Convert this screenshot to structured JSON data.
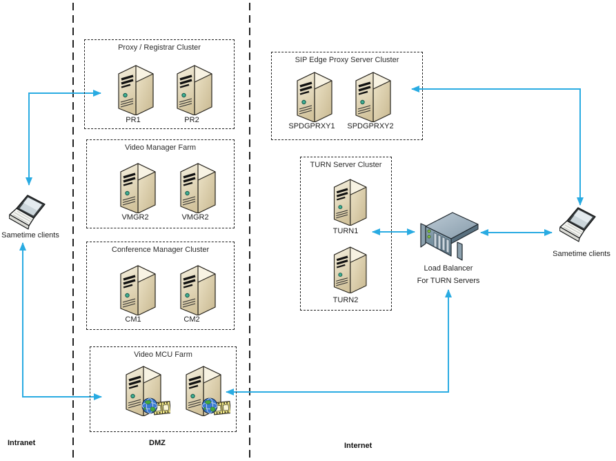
{
  "zones": {
    "intranet": "Intranet",
    "dmz": "DMZ",
    "internet": "Internet"
  },
  "clusters": [
    {
      "id": "proxy-registrar",
      "title": "Proxy / Registrar Cluster",
      "servers": [
        "PR1",
        "PR2"
      ]
    },
    {
      "id": "video-manager-farm",
      "title": "Video Manager Farm",
      "servers": [
        "VMGR2",
        "VMGR2"
      ]
    },
    {
      "id": "conference-manager",
      "title": "Conference Manager Cluster",
      "servers": [
        "CM1",
        "CM2"
      ]
    },
    {
      "id": "video-mcu-farm",
      "title": "Video MCU Farm",
      "servers": [
        "",
        ""
      ]
    },
    {
      "id": "sip-edge-proxy",
      "title": "SIP Edge Proxy Server Cluster",
      "servers": [
        "SPDGPRXY1",
        "SPDGPRXY2"
      ]
    },
    {
      "id": "turn-cluster",
      "title": "TURN Server Cluster",
      "servers": [
        "TURN1",
        "TURN2"
      ]
    }
  ],
  "nodes": {
    "client_left": {
      "label": "Sametime clients"
    },
    "client_right": {
      "label": "Sametime clients"
    },
    "load_balancer": {
      "line1": "Load Balancer",
      "line2": "For TURN Servers"
    }
  },
  "connections": [
    {
      "from": "Sametime clients (intranet)",
      "to": "Proxy / Registrar Cluster",
      "bidirectional": true
    },
    {
      "from": "Sametime clients (intranet)",
      "to": "Video MCU Farm",
      "bidirectional": true
    },
    {
      "from": "Sametime clients (internet)",
      "to": "SIP Edge Proxy Server Cluster",
      "bidirectional": true
    },
    {
      "from": "TURN Server Cluster",
      "to": "Load Balancer For TURN Servers",
      "bidirectional": true
    },
    {
      "from": "Load Balancer For TURN Servers",
      "to": "Sametime clients (internet)",
      "bidirectional": true
    },
    {
      "from": "Load Balancer For TURN Servers",
      "to": "Video MCU Farm",
      "bidirectional": true
    }
  ],
  "colors": {
    "arrow": "#29abe2"
  }
}
